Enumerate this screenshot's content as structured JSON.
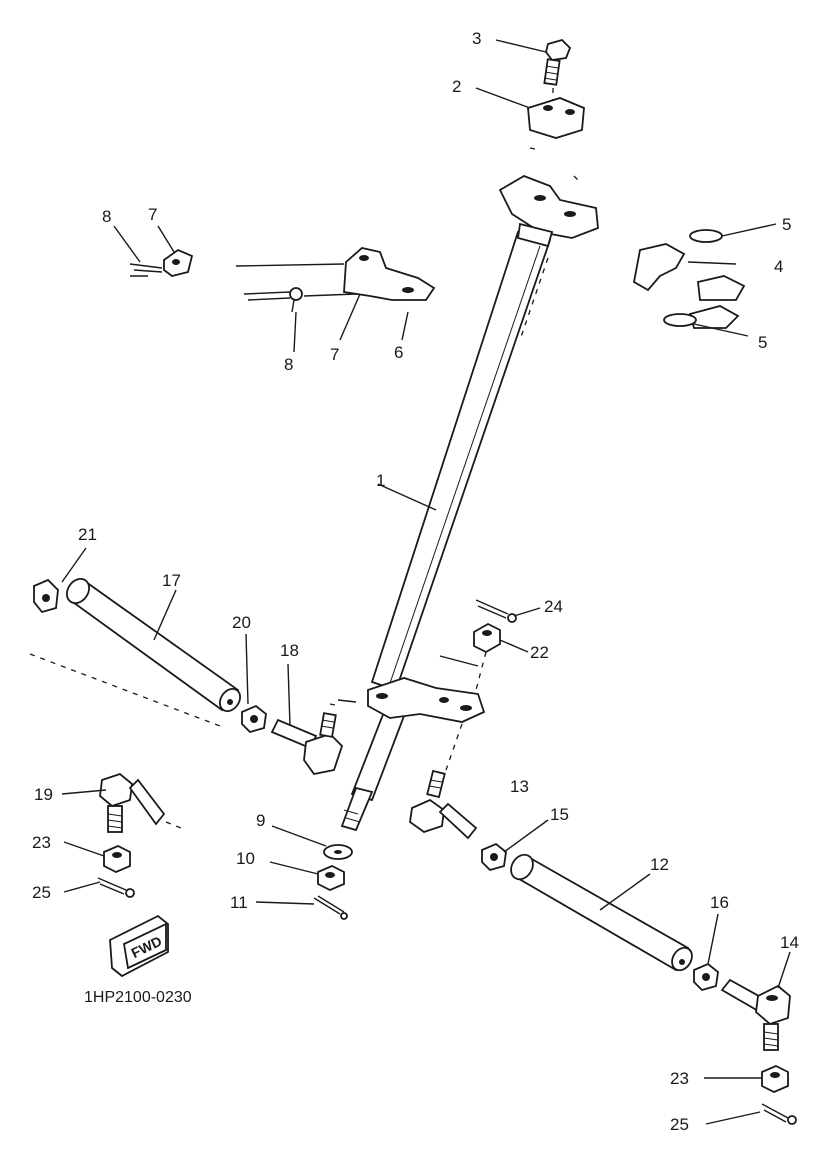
{
  "labels": {
    "p1": "1",
    "p2": "2",
    "p3": "3",
    "p4": "4",
    "p5a": "5",
    "p5b": "5",
    "p6": "6",
    "p7a": "7",
    "p7b": "7",
    "p8a": "8",
    "p8b": "8",
    "p9": "9",
    "p10": "10",
    "p11": "11",
    "p12": "12",
    "p13": "13",
    "p14": "14",
    "p15": "15",
    "p16": "16",
    "p17": "17",
    "p18": "18",
    "p19": "19",
    "p20": "20",
    "p21": "21",
    "p22": "22",
    "p23a": "23",
    "p23b": "23",
    "p24": "24",
    "p25a": "25",
    "p25b": "25"
  },
  "badge_text": "FWD",
  "figure_code": "1HP2100-0230"
}
